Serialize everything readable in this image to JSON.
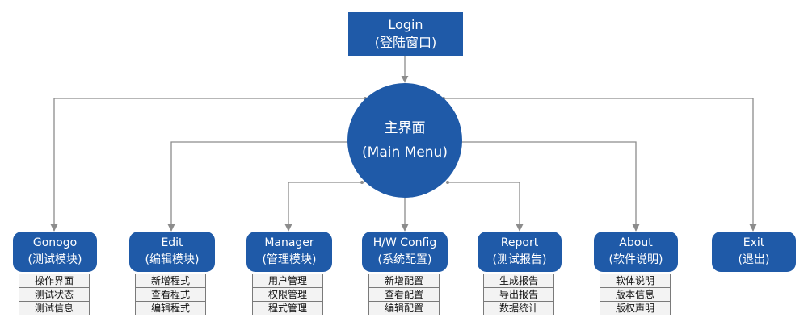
{
  "colors": {
    "node": "#1f5aa8",
    "connector": "#8c8c8c",
    "sub_fill": "#f3f3f3"
  },
  "login": {
    "title": "Login",
    "subtitle": "(登陆窗口)"
  },
  "main_menu": {
    "title": "主界面",
    "subtitle": "(Main Menu)"
  },
  "modules": [
    {
      "title": "Gonogo",
      "subtitle": "(测试模块)",
      "items": [
        "操作界面",
        "测试状态",
        "测试信息"
      ]
    },
    {
      "title": "Edit",
      "subtitle": "(编辑模块)",
      "items": [
        "新增程式",
        "查看程式",
        "编辑程式"
      ]
    },
    {
      "title": "Manager",
      "subtitle": "(管理模块)",
      "items": [
        "用户管理",
        "权限管理",
        "程式管理"
      ]
    },
    {
      "title": "H/W Config",
      "subtitle": "(系统配置)",
      "items": [
        "新增配置",
        "查看配置",
        "编辑配置"
      ]
    },
    {
      "title": "Report",
      "subtitle": "(测试报告)",
      "items": [
        "生成报告",
        "导出报告",
        "数据统计"
      ]
    },
    {
      "title": "About",
      "subtitle": "(软件说明)",
      "items": [
        "软体说明",
        "版本信息",
        "版权声明"
      ]
    },
    {
      "title": "Exit",
      "subtitle": "(退出)",
      "items": []
    }
  ]
}
